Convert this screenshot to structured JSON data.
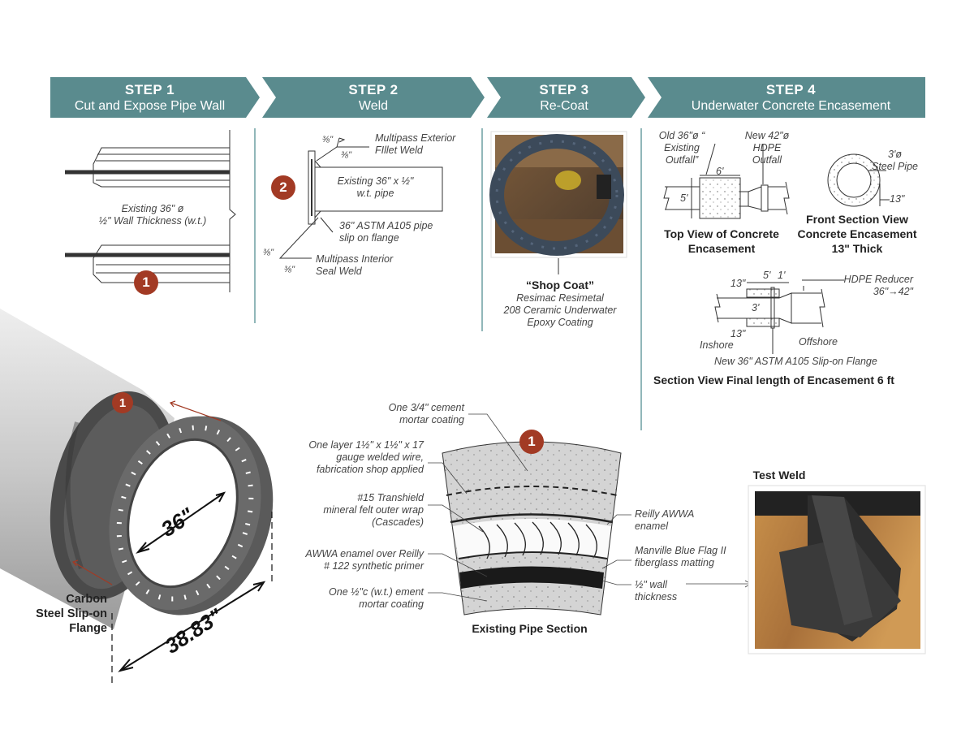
{
  "steps": [
    {
      "step": "STEP 1",
      "title": "Cut and Expose Pipe Wall"
    },
    {
      "step": "STEP 2",
      "title": "Weld"
    },
    {
      "step": "STEP 3",
      "title": "Re-Coat"
    },
    {
      "step": "STEP 4",
      "title": "Underwater Concrete Encasement"
    }
  ],
  "colors": {
    "banner": "#5a8b8e",
    "badge": "#a23a24",
    "divider": "#6d9fa2"
  },
  "step1": {
    "label": "Existing 36\" ø\n½\" Wall Thickness (w.t.)",
    "badge": "1"
  },
  "step2": {
    "badge": "2",
    "ext_weld": "Multipass Exterior\nFIllet Weld",
    "frac_a": "⅜\"",
    "frac_b": "⅜\"",
    "pipe": "Existing 36\" x ½\"\nw.t. pipe",
    "flange": "36\" ASTM A105 pipe\nslip on flange",
    "frac_c": "⅜\"",
    "frac_d": "⅜\"",
    "int_weld": "Multipass Interior\nSeal Weld"
  },
  "step3": {
    "caption_title": "“Shop Coat”",
    "caption_body": "Resimac Resimetal\n208 Ceramic Underwater\nEpoxy Coating"
  },
  "step4": {
    "old_outfall": "Old 36\"ø “\nExisting\nOutfall”",
    "new_outfall": "New 42\"ø\nHDPE\nOutfall",
    "dim_6": "6'",
    "dim_5": "5'",
    "steel_pipe": "3'ø\nSteel Pipe",
    "dim_13": "13\"",
    "top_view": "Top View of Concrete\nEncasement",
    "front_view": "Front Section View\nConcrete Encasement\n13\" Thick",
    "dim_5b": "5'",
    "dim_1": "1'",
    "dim_13a": "13\"",
    "dim_3": "3'",
    "dim_13b": "13\"",
    "reducer": "HDPE Reducer\n36\"→42\"",
    "inshore": "Inshore",
    "offshore": "Offshore",
    "flange_note": "New 36\" ASTM A105 Slip-on Flange",
    "section_title": "Section View Final length of Encasement 6 ft"
  },
  "flange3d": {
    "badge": "1",
    "dim_36": "36\"",
    "dim_3883": "38.83\"",
    "label": "Carbon\nSteel Slip-on\nFlange"
  },
  "section": {
    "badge": "1",
    "l1": "One 3/4\" cement\nmortar coating",
    "l2": "One layer 1½\" x 1½\" x 17\ngauge welded wire,\nfabrication shop applied",
    "l3": "#15 Transhield\nmineral felt outer wrap\n(Cascades)",
    "l4": "AWWA enamel over Reilly\n# 122 synthetic primer",
    "l5": "One ½\"c (w.t.) ement\nmortar coating",
    "r1": "Reilly AWWA\nenamel",
    "r2": "Manville Blue Flag II\nfiberglass matting",
    "r3": "½\" wall\nthickness",
    "title": "Existing Pipe Section"
  },
  "test_weld": {
    "title": "Test Weld"
  }
}
